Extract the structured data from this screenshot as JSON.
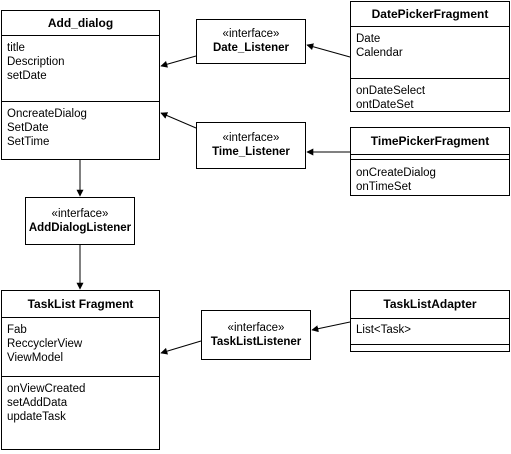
{
  "add_dialog": {
    "title": "Add_dialog",
    "attributes": [
      "title",
      "Description",
      "setDate"
    ],
    "methods": [
      "OncreateDialog",
      "SetDate",
      "SetTime"
    ]
  },
  "date_listener": {
    "stereotype": "«interface»",
    "name": "Date_Listener"
  },
  "time_listener": {
    "stereotype": "«interface»",
    "name": "Time_Listener"
  },
  "date_picker": {
    "title": "DatePickerFragment",
    "attributes": [
      "Date",
      "Calendar"
    ],
    "methods": [
      "onDateSelect",
      "ontDateSet"
    ]
  },
  "time_picker": {
    "title": "TimePickerFragment",
    "attributes": [],
    "methods": [
      "onCreateDialog",
      "onTimeSet"
    ]
  },
  "add_dialog_listener": {
    "stereotype": "«interface»",
    "name": "AddDialogListener"
  },
  "task_list_fragment": {
    "title": "TaskList Fragment",
    "attributes": [
      "Fab",
      "ReccyclerView",
      "ViewModel"
    ],
    "methods": [
      "onViewCreated",
      "setAddData",
      "updateTask"
    ]
  },
  "task_list_listener": {
    "stereotype": "«interface»",
    "name": "TaskListListener"
  },
  "task_list_adapter": {
    "title": "TaskListAdapter",
    "attributes": [
      "List<Task>"
    ],
    "methods": []
  }
}
